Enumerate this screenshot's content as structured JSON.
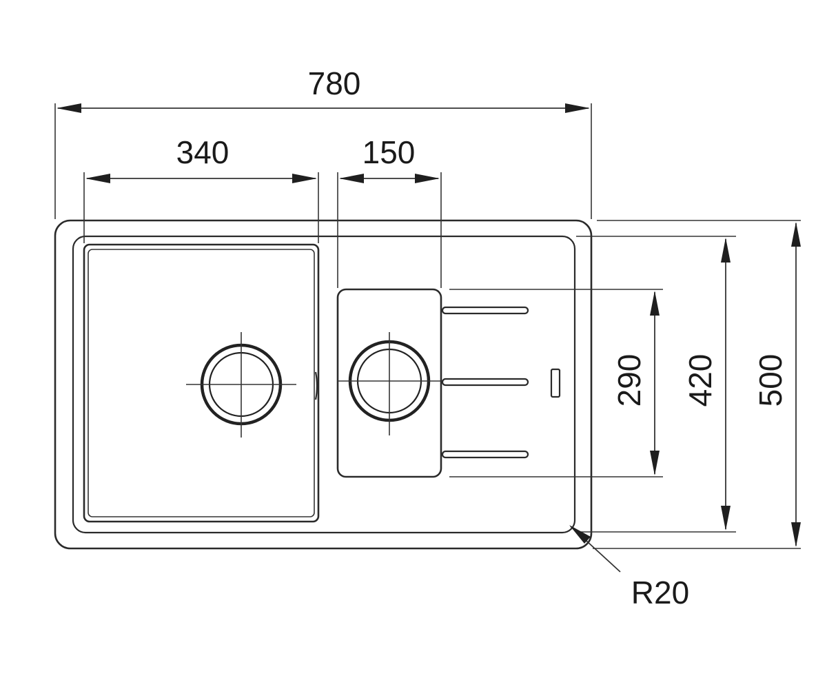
{
  "dimensions": {
    "overall_width": "780",
    "main_bowl_width": "340",
    "second_bowl_width": "150",
    "second_bowl_height": "290",
    "inner_height": "420",
    "overall_height": "500",
    "corner_radius": "R20"
  }
}
